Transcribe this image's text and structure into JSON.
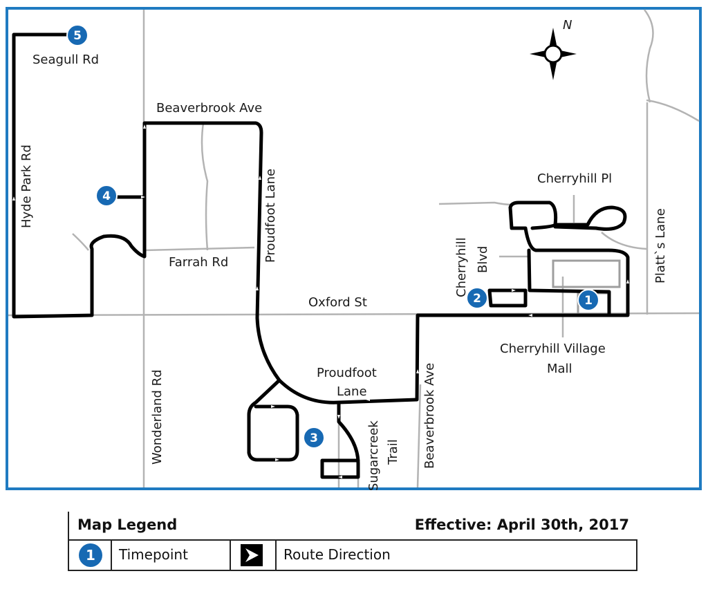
{
  "map": {
    "streets": {
      "seagull_rd": "Seagull Rd",
      "hyde_park_rd": "Hyde Park Rd",
      "beaverbrook_ave_north": "Beaverbrook Ave",
      "farrah_rd": "Farrah Rd",
      "proudfoot_lane_north": "Proudfoot Lane",
      "oxford_st": "Oxford St",
      "wonderland_rd": "Wonderland Rd",
      "proudfoot_lane_south_1": "Proudfoot",
      "proudfoot_lane_south_2": "Lane",
      "sugarcreek_trail_1": "Sugarcreek",
      "sugarcreek_trail_2": "Trail",
      "beaverbrook_ave_south": "Beaverbrook Ave",
      "cherryhill_blvd_1": "Cherryhill",
      "cherryhill_blvd_2": "Blvd",
      "cherryhill_pl": "Cherryhill Pl",
      "platts_lane": "Platt`s Lane",
      "mall_1": "Cherryhill Village",
      "mall_2": "Mall",
      "compass_north": "N"
    },
    "timepoints": [
      "1",
      "2",
      "3",
      "4",
      "5"
    ],
    "colors": {
      "frame": "#1f7bc1",
      "timepoint": "#1769b3",
      "route": "#000000",
      "street": "#b3b3b3"
    }
  },
  "legend": {
    "title": "Map Legend",
    "effective": "Effective: April 30th, 2017",
    "timepoint_number": "1",
    "timepoint_label": "Timepoint",
    "direction_label": "Route Direction"
  }
}
